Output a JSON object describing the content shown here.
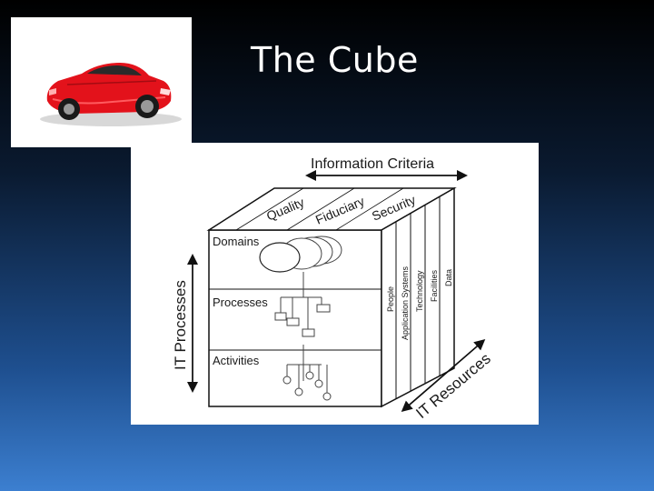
{
  "slide": {
    "title": "The Cube"
  },
  "cube": {
    "top_label": "Information Criteria",
    "top_faces": [
      "Quality",
      "Fiduciary",
      "Security"
    ],
    "left_axis": "IT Processes",
    "bottom_axis": "IT Resources",
    "rows": [
      "Domains",
      "Processes",
      "Activities"
    ],
    "side_columns": [
      "People",
      "Application Systems",
      "Technology",
      "Facilities",
      "Data"
    ]
  }
}
